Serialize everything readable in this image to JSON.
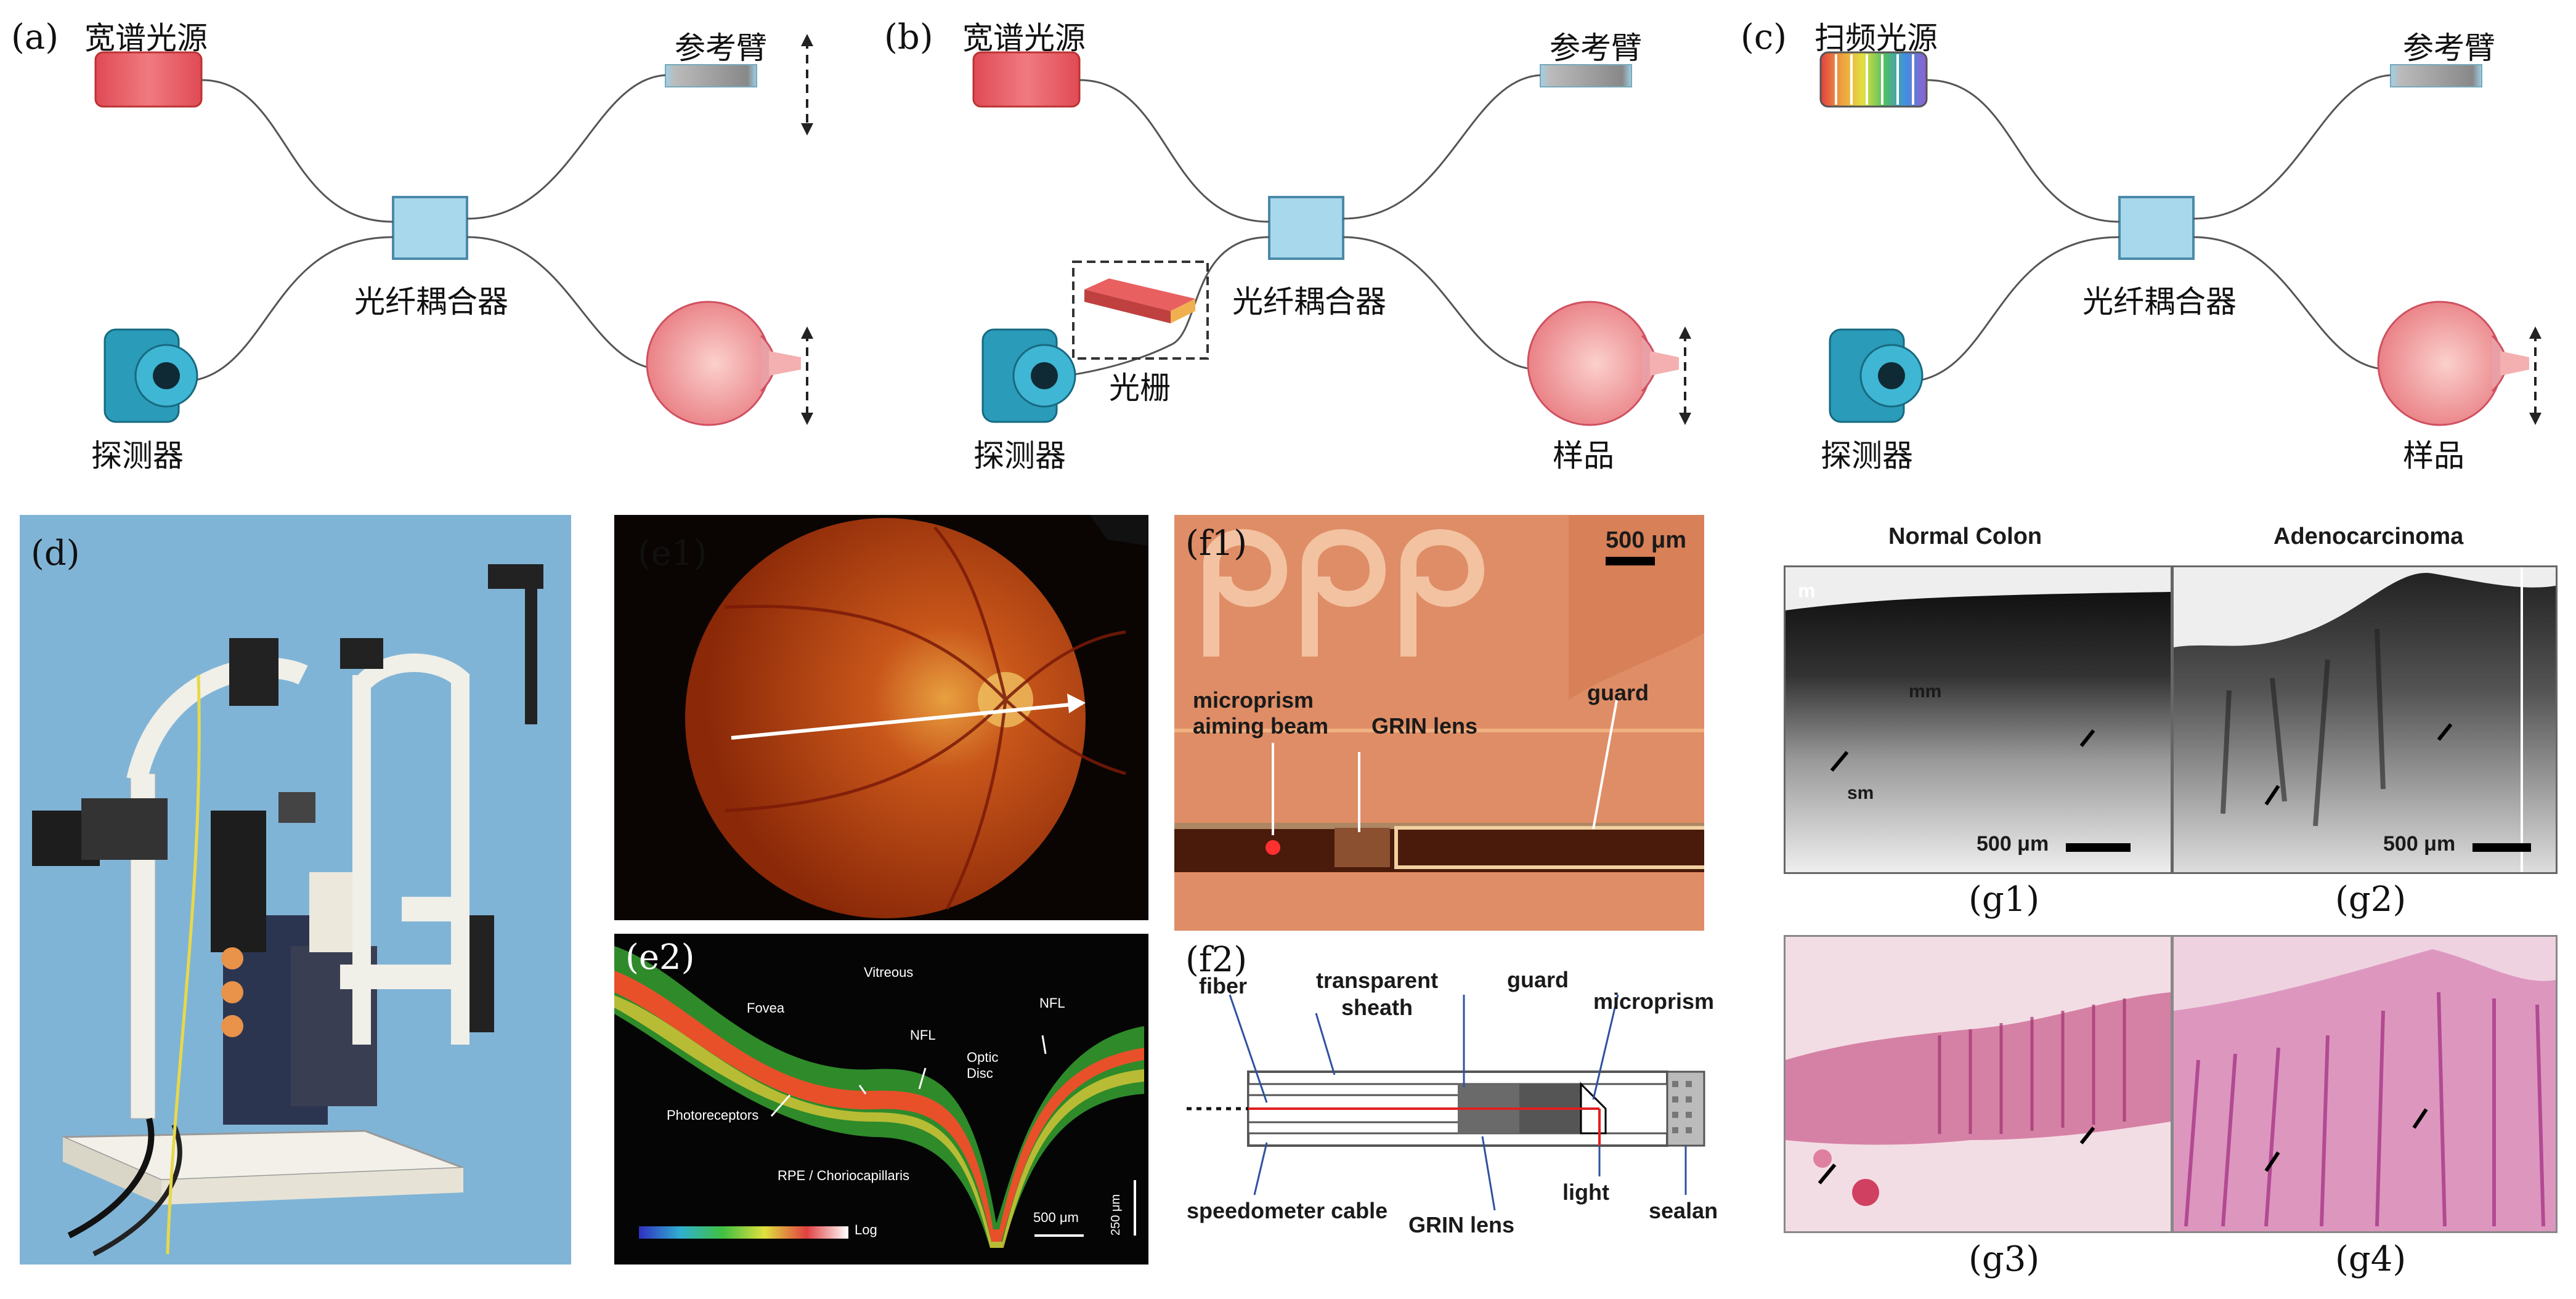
{
  "panels": {
    "a": {
      "label": "(a)",
      "source": "宽谱光源",
      "reference": "参考臂",
      "coupler": "光纤耦合器",
      "detector": "探测器"
    },
    "b": {
      "label": "(b)",
      "source": "宽谱光源",
      "reference": "参考臂",
      "coupler": "光纤耦合器",
      "detector": "探测器",
      "grating": "光栅",
      "sample": "样品"
    },
    "c": {
      "label": "(c)",
      "source": "扫频光源",
      "reference": "参考臂",
      "coupler": "光纤耦合器",
      "detector": "探测器",
      "sample": "样品"
    },
    "d": {
      "label": "(d)"
    },
    "e1": {
      "label": "(e1)"
    },
    "e2": {
      "label": "(e2)",
      "vitreous": "Vitreous",
      "fovea": "Fovea",
      "nfl_left": "NFL",
      "nfl_right": "NFL",
      "optic_disc": "Optic\nDisc",
      "photoreceptors": "Photoreceptors",
      "rpe": "RPE / Choriocapillaris",
      "colorbar": "Log",
      "scale_h": "500 μm",
      "scale_v": "250 μm"
    },
    "f1": {
      "label": "(f1)",
      "scale": "500 μm",
      "microprism": "microprism\naiming beam",
      "grin": "GRIN lens",
      "guard": "guard"
    },
    "f2": {
      "label": "(f2)",
      "fiber": "fiber",
      "sheath": "transparent\nsheath",
      "guard": "guard",
      "microprism": "microprism",
      "cable": "speedometer cable",
      "grin": "GRIN lens",
      "light": "light",
      "sealant": "sealant"
    },
    "g": {
      "normal": "Normal Colon",
      "adeno": "Adenocarcinoma",
      "m": "m",
      "mm": "mm",
      "sm": "sm",
      "scale1": "500 μm",
      "scale2": "500 μm",
      "g1": "(g1)",
      "g2": "(g2)",
      "g3": "(g3)",
      "g4": "(g4)"
    }
  },
  "colors": {
    "coupler": "#a8d8ec",
    "source": "#e0505a",
    "eye": "#f09a9a",
    "detector": "#2a9bb8",
    "fiber": "#555555"
  }
}
